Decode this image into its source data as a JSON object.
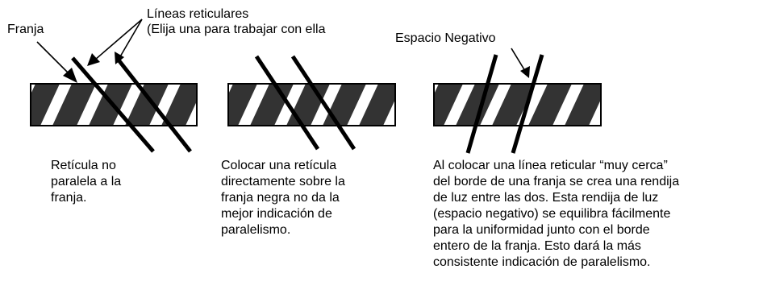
{
  "labels": {
    "franja": "Franja",
    "lineas_reticulares_line1": "Líneas reticulares",
    "lineas_reticulares_line2": "(Elija una para trabajar con ella",
    "espacio_negativo": "Espacio Negativo"
  },
  "captions": [
    "Retícula no\nparalela a la\nfranja.",
    "Colocar una retícula\ndirectamente sobre la\nfranja negra no da la\nmejor indicación de\nparalelismo.",
    "Al colocar una línea reticular “muy cerca”\ndel borde de una franja se crea una rendija\nde luz entre las dos. Esta rendija de luz\n(espacio negativo) se equilibra fácilmente\npara la uniformidad junto con el borde\nentero de la franja. Esto dará la más\nconsistente indicación de paralelismo."
  ],
  "colors": {
    "stripe": "#333333",
    "line": "#000000",
    "background": "#ffffff"
  }
}
